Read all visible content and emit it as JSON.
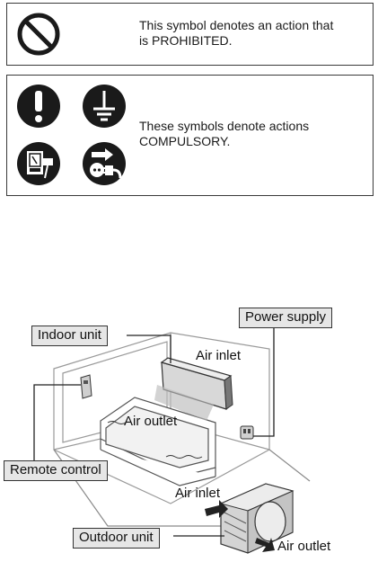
{
  "safety": {
    "prohibited_text": "This symbol denotes an action that is PROHIBITED.",
    "prohibited_line1": "This symbol denotes an action that",
    "prohibited_line2": "is PROHIBITED.",
    "compulsory_line1": "These symbols denote actions",
    "compulsory_line2": "COMPULSORY.",
    "icons": [
      "prohibited-icon",
      "exclamation-icon",
      "ground-icon",
      "unplug-icon",
      "plug-icon"
    ]
  },
  "diagram": {
    "indoor_unit": "Indoor unit",
    "power_supply": "Power supply",
    "remote_control": "Remote control",
    "outdoor_unit": "Outdoor unit",
    "air_inlet_top": "Air inlet",
    "air_outlet_mid": "Air outlet",
    "air_inlet_bottom": "Air inlet",
    "air_outlet_bottom": "Air outlet"
  },
  "colors": {
    "label_fill": "#e6e6e6",
    "icon_fill": "#1a1a1a",
    "line": "#333333"
  }
}
